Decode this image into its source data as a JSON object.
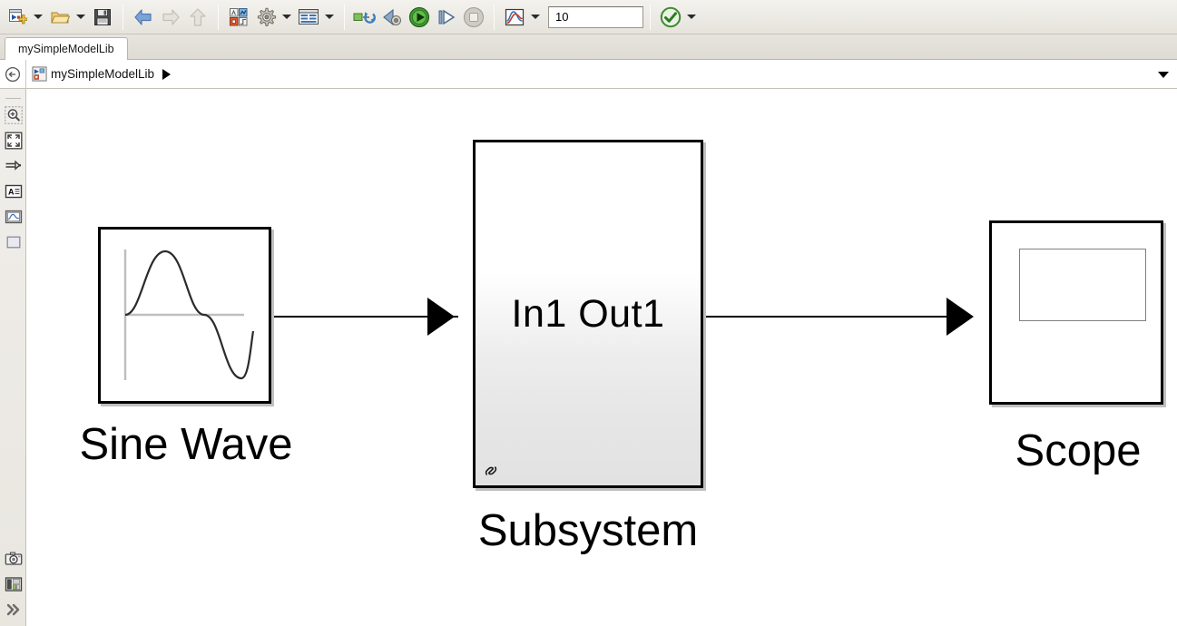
{
  "toolbar": {
    "buttons": [
      {
        "name": "new-model-button",
        "label": "New Model",
        "icon": "new-model-icon",
        "has_dropdown": true
      },
      {
        "name": "open-model-button",
        "label": "Open",
        "icon": "open-folder-icon",
        "has_dropdown": true
      },
      {
        "name": "save-model-button",
        "label": "Save",
        "icon": "save-floppy-icon",
        "has_dropdown": false
      },
      {
        "name": "back-button",
        "label": "Back",
        "icon": "arrow-left-icon",
        "enabled": true
      },
      {
        "name": "forward-button",
        "label": "Forward",
        "icon": "arrow-right-icon",
        "enabled": false
      },
      {
        "name": "up-button",
        "label": "Up to Parent",
        "icon": "arrow-up-icon",
        "enabled": false
      },
      {
        "name": "library-browser-button",
        "label": "Library Browser",
        "icon": "library-browser-icon",
        "has_dropdown": false
      },
      {
        "name": "model-settings-button",
        "label": "Model Configuration Parameters",
        "icon": "gear-icon",
        "has_dropdown": true
      },
      {
        "name": "model-explorer-button",
        "label": "Model Explorer",
        "icon": "model-explorer-icon",
        "has_dropdown": true
      },
      {
        "name": "update-model-button",
        "label": "Update Model",
        "icon": "update-model-icon",
        "has_dropdown": false
      },
      {
        "name": "step-back-button",
        "label": "Step Back",
        "icon": "step-back-icon",
        "enabled": true
      },
      {
        "name": "run-button",
        "label": "Run",
        "icon": "run-play-icon",
        "enabled": true
      },
      {
        "name": "step-forward-button",
        "label": "Step Forward",
        "icon": "step-forward-icon",
        "enabled": true
      },
      {
        "name": "stop-button",
        "label": "Stop",
        "icon": "stop-icon",
        "enabled": false
      },
      {
        "name": "simulation-data-inspector-button",
        "label": "Simulation Data Inspector",
        "icon": "signal-plot-icon",
        "has_dropdown": true
      },
      {
        "name": "model-advisor-button",
        "label": "Model Advisor",
        "icon": "check-circle-icon",
        "has_dropdown": true
      }
    ],
    "simulation_stop_time": "10"
  },
  "tabs": [
    {
      "label": "mySimpleModelLib",
      "active": true
    }
  ],
  "breadcrumb": {
    "back_icon": "back-circle-icon",
    "model_icon": "model-file-icon",
    "path": "mySimpleModelLib",
    "separator_icon": "triangle-right-icon",
    "dropdown_icon": "chevron-down-icon"
  },
  "sidebar": {
    "items": [
      {
        "name": "sidebar-zoom-in",
        "label": "Zoom In",
        "icon": "magnifier-plus-icon"
      },
      {
        "name": "sidebar-fit-to-view",
        "label": "Fit to View",
        "icon": "fit-to-view-icon"
      },
      {
        "name": "sidebar-signal-routing",
        "label": "Signal Routing",
        "icon": "signal-routing-icon"
      },
      {
        "name": "sidebar-annotation",
        "label": "Annotation",
        "icon": "annotation-text-icon"
      },
      {
        "name": "sidebar-viewer",
        "label": "Signal Viewer",
        "icon": "scope-viewer-icon"
      },
      {
        "name": "sidebar-area",
        "label": "Area",
        "icon": "area-rectangle-icon"
      }
    ],
    "bottom_items": [
      {
        "name": "sidebar-snapshot",
        "label": "Snapshot",
        "icon": "camera-icon"
      },
      {
        "name": "sidebar-panels",
        "label": "Panels",
        "icon": "panel-layout-icon"
      },
      {
        "name": "sidebar-expand",
        "label": "Expand",
        "icon": "double-chevron-right-icon"
      }
    ]
  },
  "canvas": {
    "blocks": [
      {
        "name": "sine-wave-block",
        "label": "Sine Wave",
        "type": "source",
        "icon": "sine-wave-icon"
      },
      {
        "name": "subsystem-block",
        "label": "Subsystem",
        "type": "subsystem",
        "port_in": "In1",
        "port_out": "Out1",
        "inner_text": "In1 Out1",
        "badge_icon": "library-link-icon",
        "linked": true
      },
      {
        "name": "scope-block",
        "label": "Scope",
        "type": "sink",
        "icon": "scope-screen-icon"
      }
    ],
    "signals": [
      {
        "name": "signal-sine-to-subsystem",
        "from": "Sine Wave",
        "to": "Subsystem"
      },
      {
        "name": "signal-subsystem-to-scope",
        "from": "Subsystem",
        "to": "Scope"
      }
    ]
  }
}
